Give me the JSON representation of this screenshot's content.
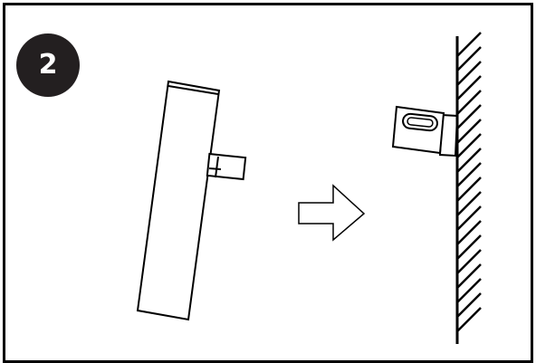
{
  "step": {
    "number": "2"
  },
  "colors": {
    "stroke": "#000000",
    "badge": "#231f20",
    "badge_text": "#ffffff",
    "background": "#ffffff"
  },
  "icons": [
    "mounting-bracket",
    "direction-arrow",
    "wall-hatching"
  ]
}
